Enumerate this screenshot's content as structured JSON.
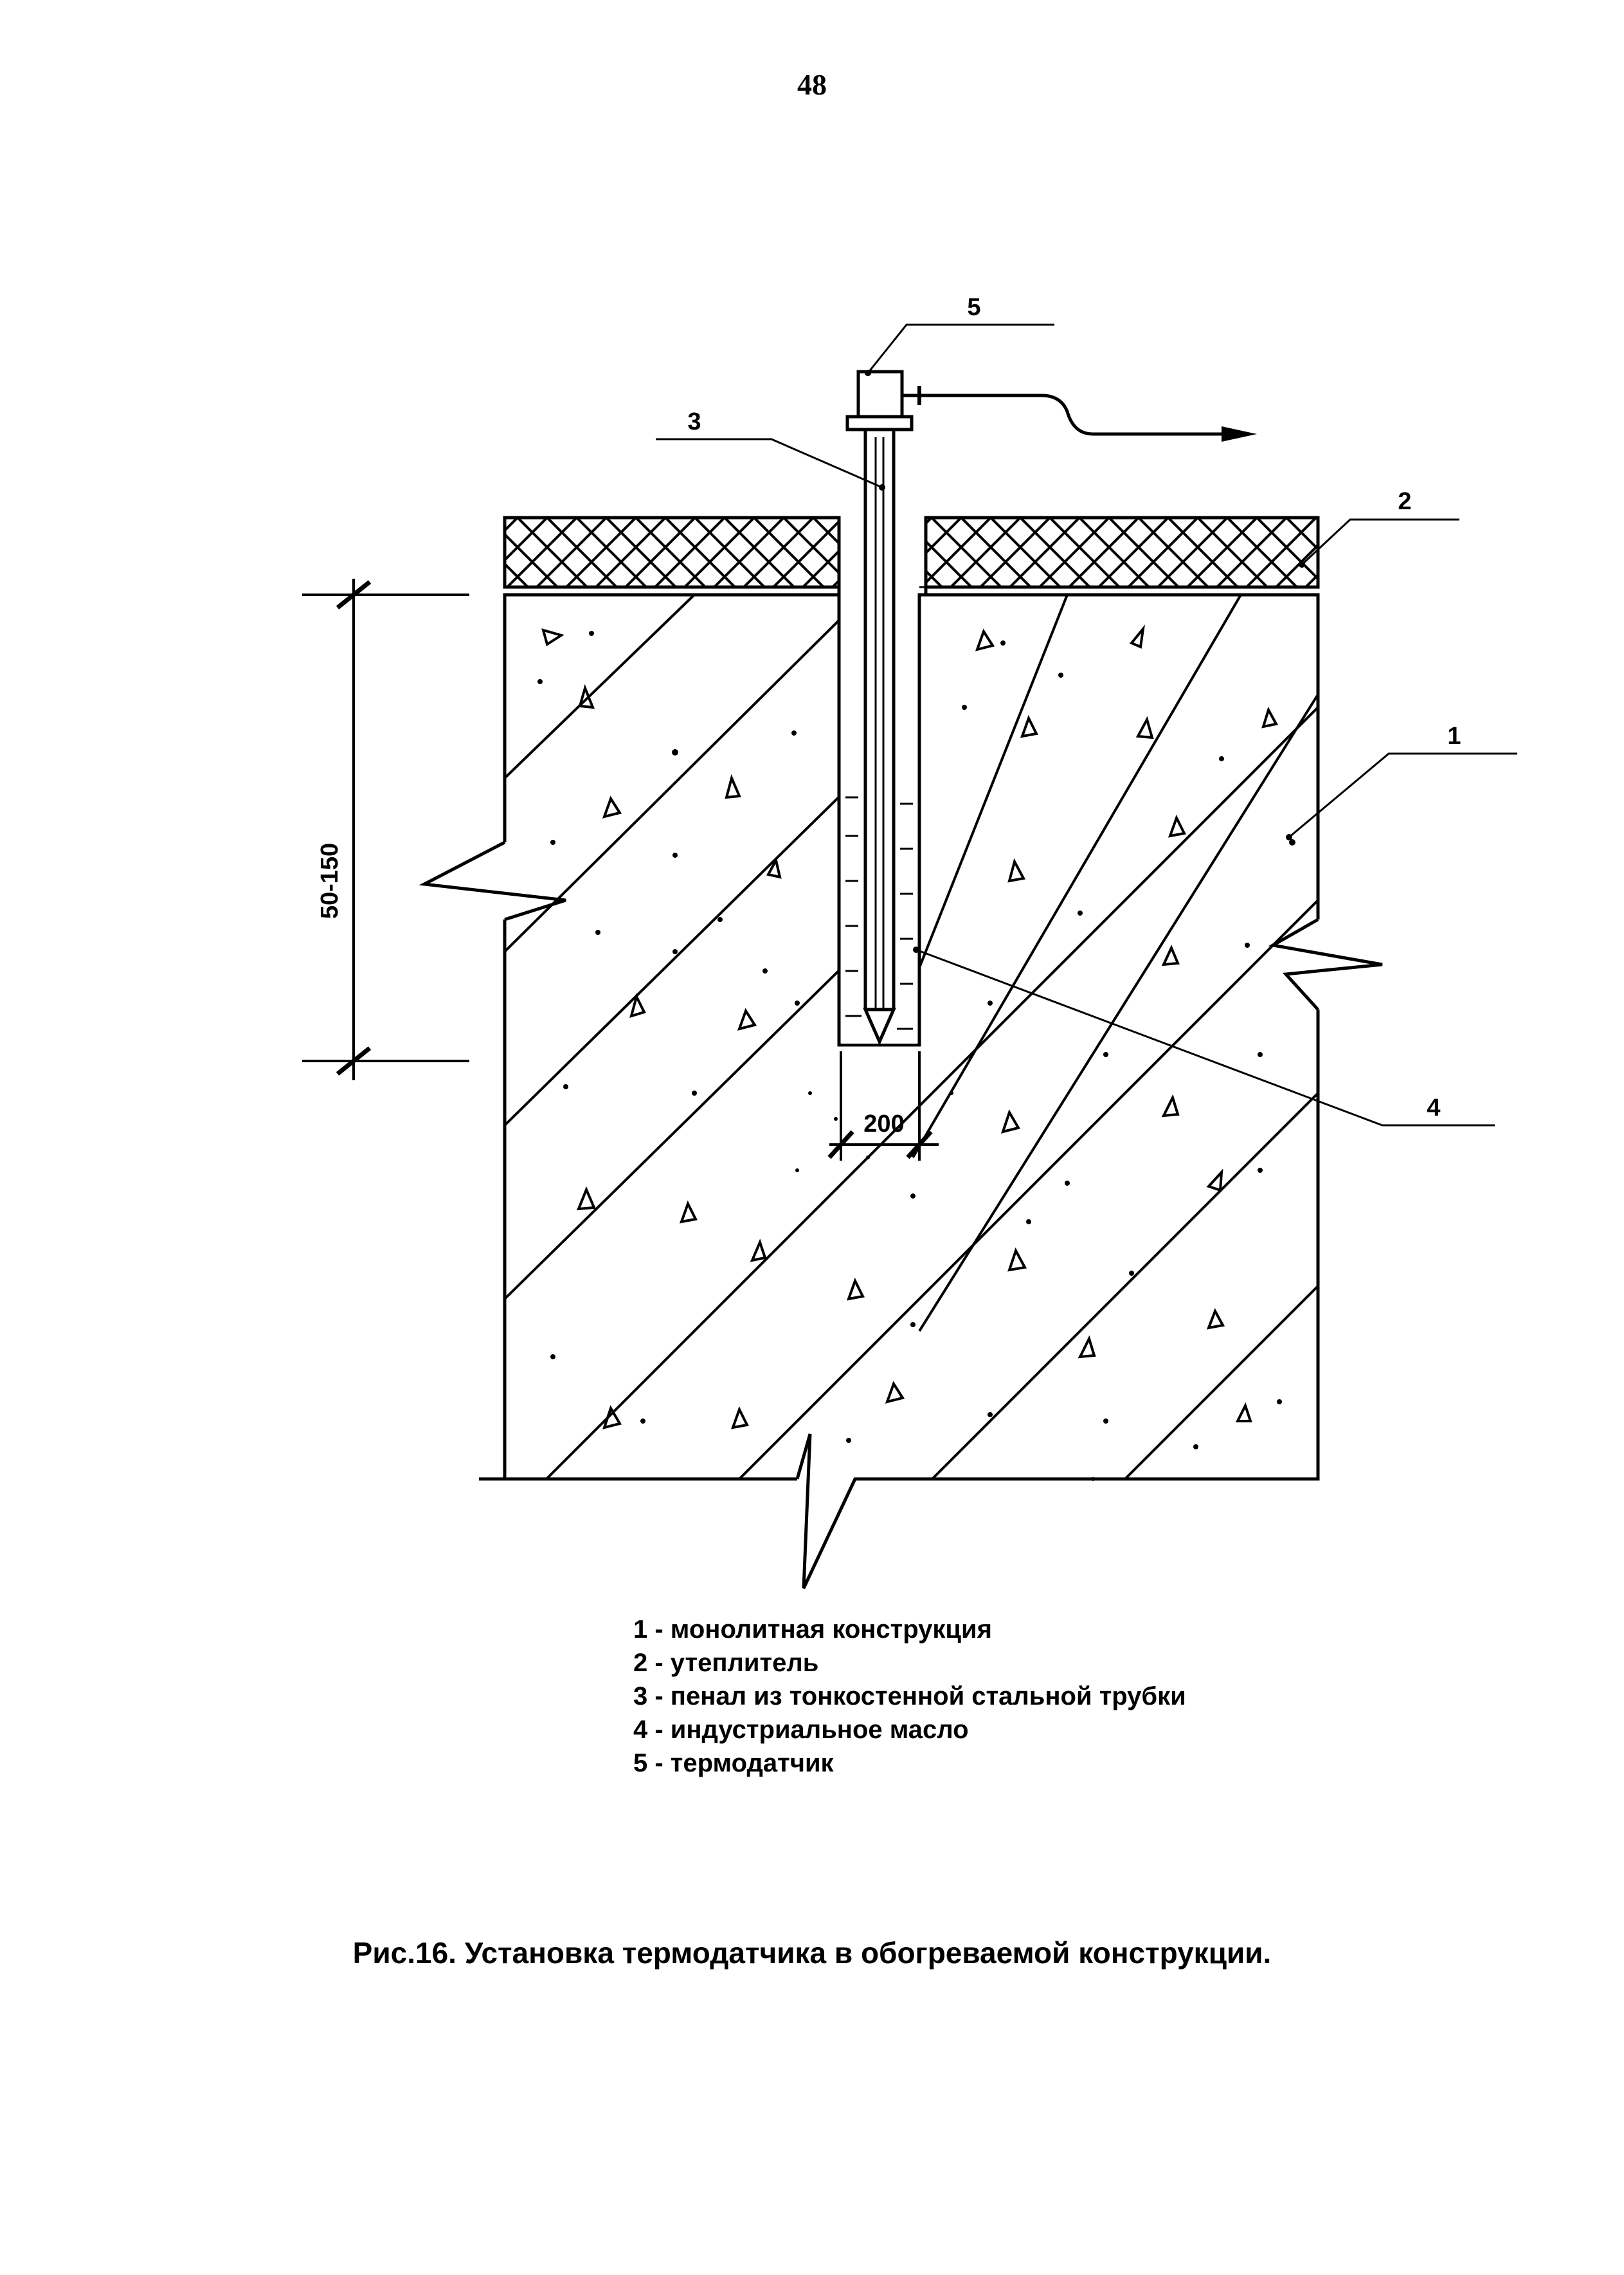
{
  "page": {
    "number": "48"
  },
  "diagram": {
    "callouts": [
      "1",
      "2",
      "3",
      "4",
      "5"
    ],
    "dimensions": {
      "depth": "50-150",
      "width": "200"
    }
  },
  "legend": [
    "1 - монолитная конструкция",
    "2 - утеплитель",
    "3 - пенал из тонкостенной стальной трубки",
    "4 - индустриальное масло",
    "5 - термодатчик"
  ],
  "caption": "Рис.16. Установка термодатчика в обогреваемой конструкции."
}
